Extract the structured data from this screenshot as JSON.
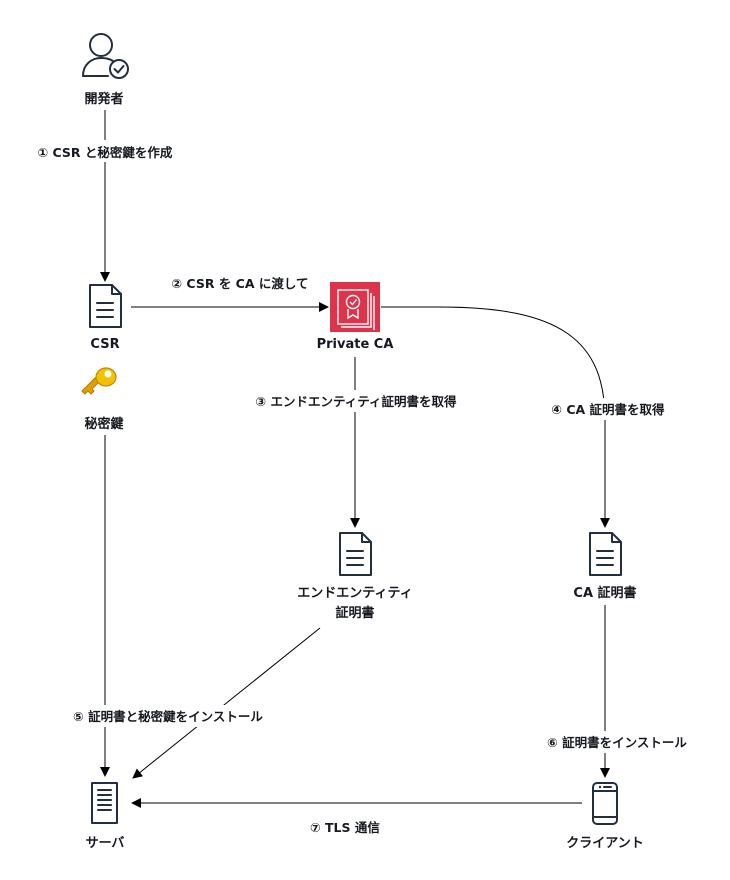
{
  "nodes": {
    "developer": {
      "label": "開発者",
      "icon": "user-check-icon"
    },
    "csr": {
      "label": "CSR",
      "icon": "document-icon"
    },
    "private_key": {
      "label": "秘密鍵",
      "icon": "key-icon"
    },
    "private_ca": {
      "label": "Private CA",
      "icon": "certificate-authority-icon",
      "color": "#dd344c"
    },
    "end_entity_cert": {
      "label_line1": "エンドエンティティ",
      "label_line2": "証明書",
      "icon": "document-icon"
    },
    "ca_cert": {
      "label": "CA 証明書",
      "icon": "document-icon"
    },
    "server": {
      "label": "サーバ",
      "icon": "server-icon"
    },
    "client": {
      "label": "クライアント",
      "icon": "mobile-phone-icon"
    }
  },
  "edges": [
    {
      "label": "① CSR と秘密鍵を作成"
    },
    {
      "label": "② CSR を CA に渡して"
    },
    {
      "label": "③ エンドエンティティ証明書を取得"
    },
    {
      "label": "④ CA 証明書を取得"
    },
    {
      "label": "⑤ 証明書と秘密鍵をインストール"
    },
    {
      "label": "⑥ 証明書をインストール"
    },
    {
      "label": "⑦ TLS 通信"
    }
  ],
  "colors": {
    "key": "#f2b705",
    "ca": "#dd344c",
    "icon_stroke": "#232f3e"
  }
}
